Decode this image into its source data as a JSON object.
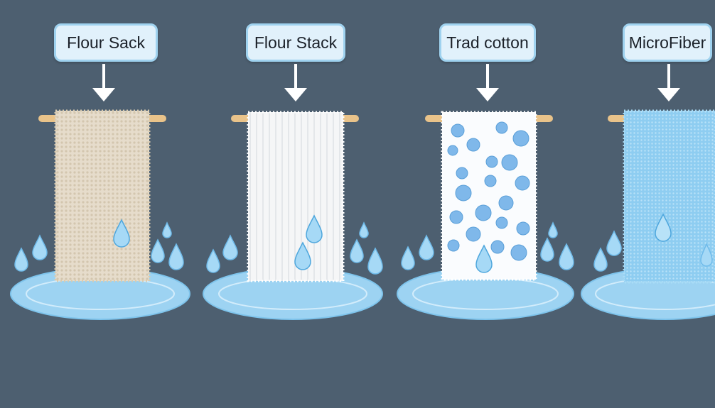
{
  "panels": [
    {
      "label": "Flour Sack",
      "towel_color": "#e6dccb"
    },
    {
      "label": "Flour Stack",
      "towel_color": "#f5f6f7"
    },
    {
      "label": "Trad cotton",
      "towel_color": "#fafcfe"
    },
    {
      "label": "MicroFiber",
      "towel_color": "#8ecdf1"
    }
  ],
  "colors": {
    "background": "#4d5f70",
    "rod": "#e9c38a",
    "puddle": "#9dd3f2",
    "drop": "#a6d9f6",
    "cotton_tuft": "#7fb8ea"
  }
}
